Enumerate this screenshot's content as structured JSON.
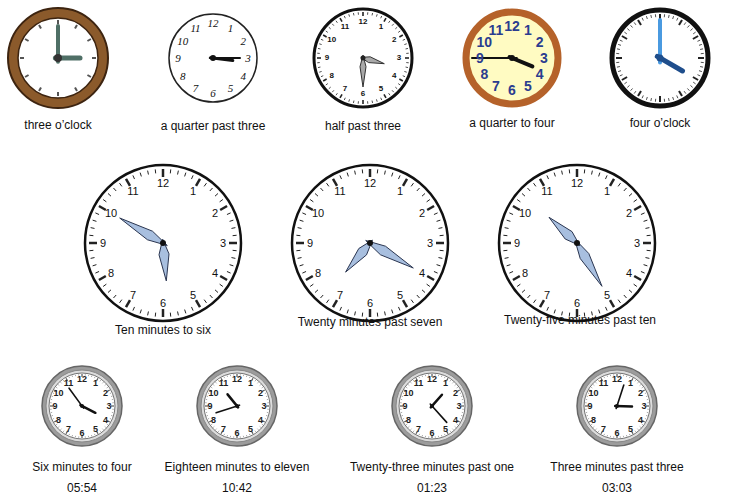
{
  "diagram": {
    "labels": [
      "three o’clock",
      "12",
      "1",
      "2",
      "3",
      "4",
      "5",
      "6",
      "7",
      "8",
      "9",
      "10",
      "11",
      "a quarter past three",
      "12",
      "1",
      "2",
      "3",
      "4",
      "5",
      "6",
      "7",
      "8",
      "9",
      "10",
      "11",
      "half past three",
      "12",
      "1",
      "2",
      "3",
      "4",
      "5",
      "6",
      "7",
      "8",
      "9",
      "10",
      "11",
      "a quarter to four",
      "four o’clock",
      "12",
      "1",
      "2",
      "3",
      "4",
      "5",
      "6",
      "7",
      "8",
      "9",
      "10",
      "11",
      "Ten minutes to six",
      "12",
      "1",
      "2",
      "3",
      "4",
      "5",
      "6",
      "7",
      "8",
      "9",
      "10",
      "11",
      "Twenty minutes past seven",
      "12",
      "1",
      "2",
      "3",
      "4",
      "5",
      "6",
      "7",
      "8",
      "9",
      "10",
      "11",
      "Twenty-five minutes past ten",
      "12",
      "1",
      "2",
      "3",
      "4",
      "5",
      "6",
      "7",
      "8",
      "9",
      "10",
      "11",
      "Six minutes to four",
      "05:54",
      "12",
      "1",
      "2",
      "3",
      "4",
      "5",
      "6",
      "7",
      "8",
      "9",
      "10",
      "11",
      "Eighteen minutes to eleven",
      "10:42",
      "12",
      "1",
      "2",
      "3",
      "4",
      "5",
      "6",
      "7",
      "8",
      "9",
      "10",
      "11",
      "Twenty-three minutes past one",
      "01:23",
      "12",
      "1",
      "2",
      "3",
      "4",
      "5",
      "6",
      "7",
      "8",
      "9",
      "10",
      "11",
      "Three minutes past three",
      "03:03"
    ]
  }
}
